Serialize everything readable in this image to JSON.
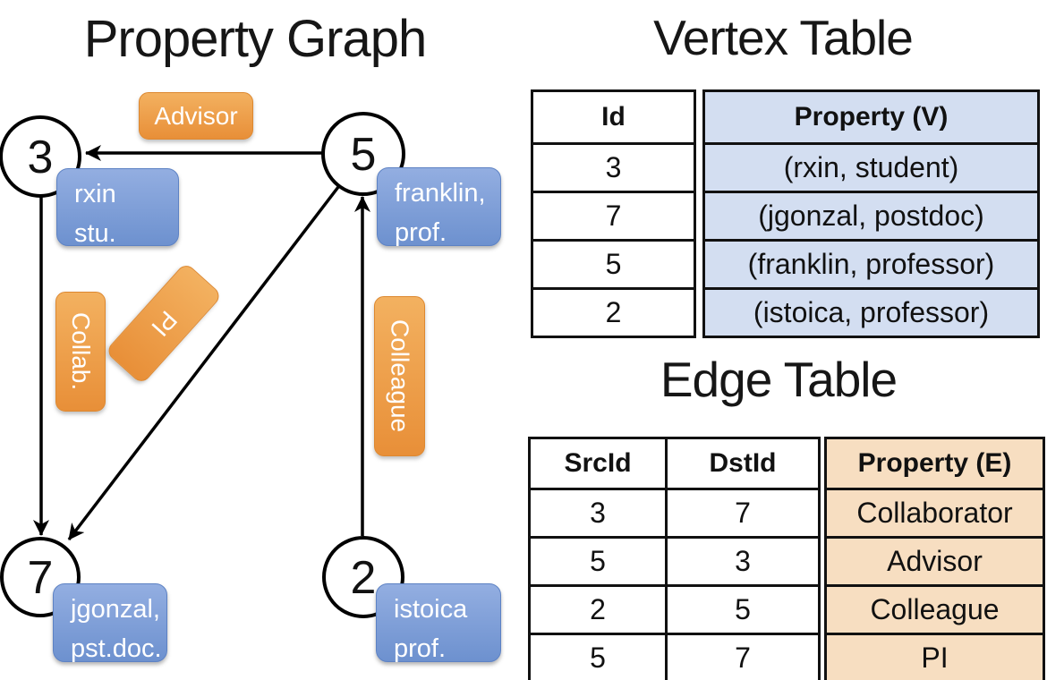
{
  "titles": {
    "graph": "Property Graph",
    "vertex_table": "Vertex Table",
    "edge_table": "Edge Table"
  },
  "graph": {
    "nodes": [
      {
        "id": "3",
        "line1": "rxin",
        "line2": "stu."
      },
      {
        "id": "5",
        "line1": "franklin,",
        "line2": "prof."
      },
      {
        "id": "7",
        "line1": "jgonzal,",
        "line2": "pst.doc."
      },
      {
        "id": "2",
        "line1": "istoica",
        "line2": "prof."
      }
    ],
    "edge_labels": {
      "advisor": "Advisor",
      "collab": "Collab.",
      "pi": "PI",
      "colleague": "Colleague"
    }
  },
  "vertex_table": {
    "headers": {
      "id": "Id",
      "property": "Property (V)"
    },
    "rows": [
      {
        "id": "3",
        "property": "(rxin, student)"
      },
      {
        "id": "7",
        "property": "(jgonzal, postdoc)"
      },
      {
        "id": "5",
        "property": "(franklin, professor)"
      },
      {
        "id": "2",
        "property": "(istoica, professor)"
      }
    ]
  },
  "edge_table": {
    "headers": {
      "src": "SrcId",
      "dst": "DstId",
      "property": "Property (E)"
    },
    "rows": [
      {
        "src": "3",
        "dst": "7",
        "property": "Collaborator"
      },
      {
        "src": "5",
        "dst": "3",
        "property": "Advisor"
      },
      {
        "src": "2",
        "dst": "5",
        "property": "Colleague"
      },
      {
        "src": "5",
        "dst": "7",
        "property": "PI"
      }
    ]
  },
  "colors": {
    "node_fill": "#ffffff",
    "node_stroke": "#000000",
    "vertex_box_top": "#93aee1",
    "vertex_box_bottom": "#6d91cf",
    "edge_label_top": "#f3b160",
    "edge_label_bottom": "#e88f38",
    "vertex_cell_bg": "#d3def1",
    "edge_cell_bg": "#f7dec1",
    "table_border": "#111111"
  }
}
